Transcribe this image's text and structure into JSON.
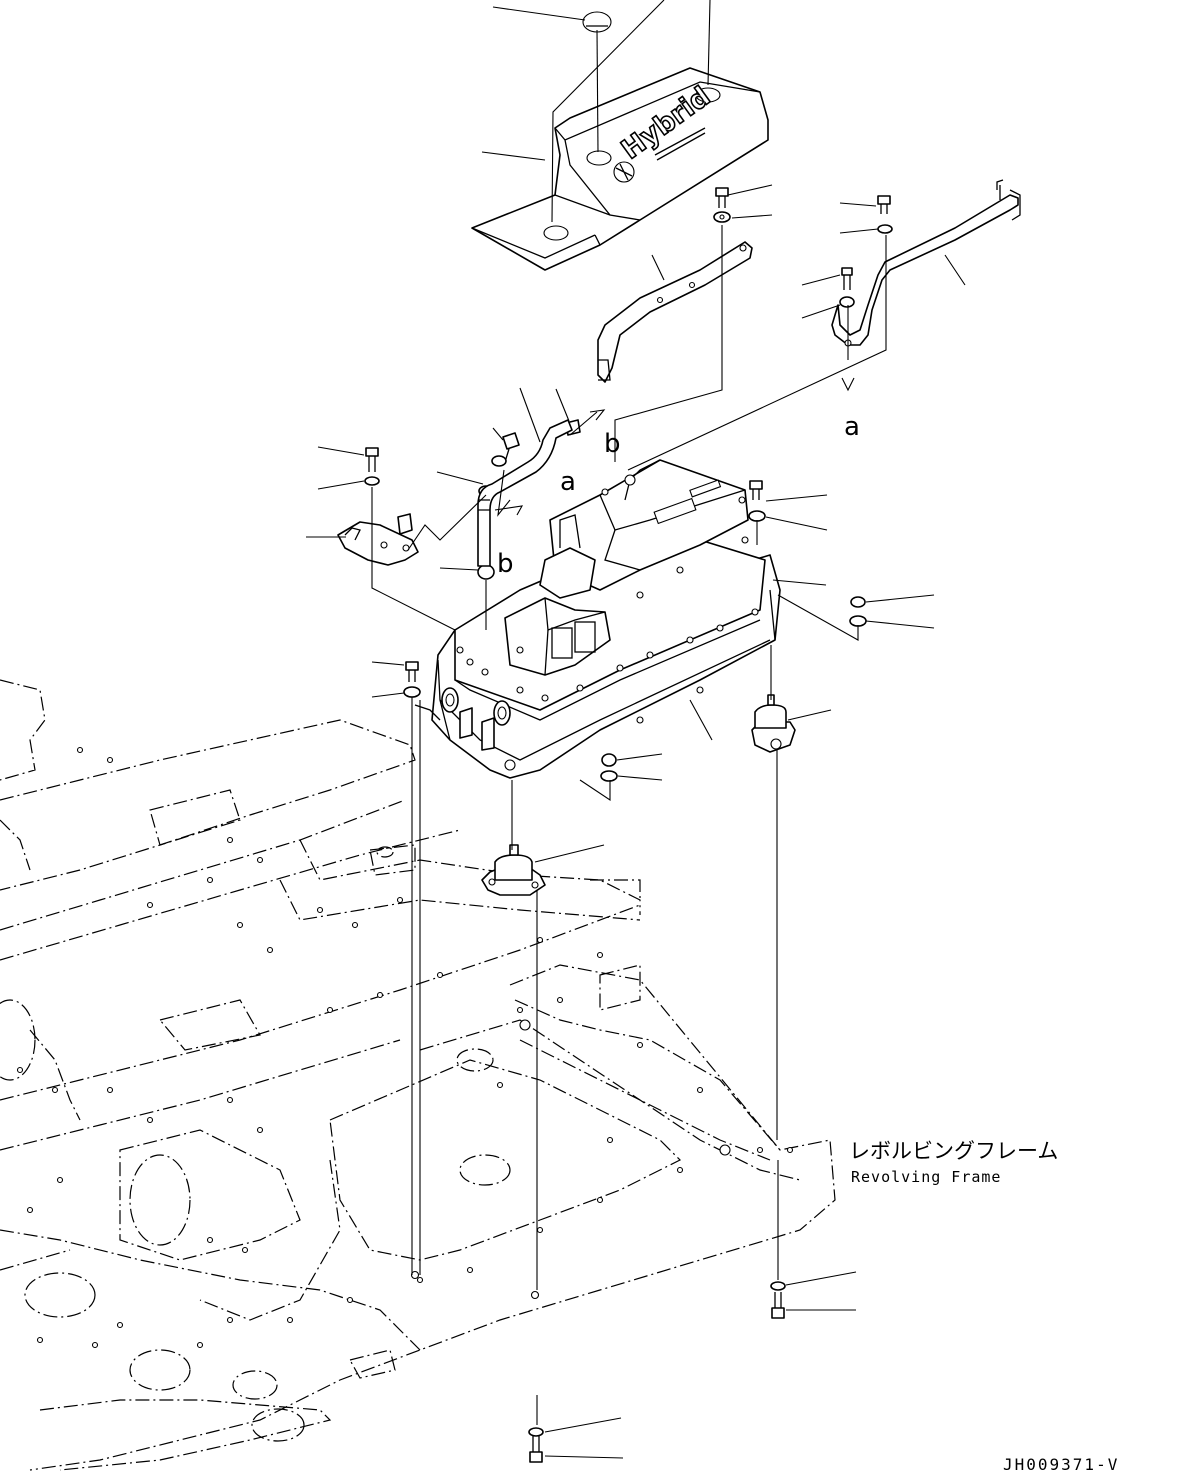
{
  "callouts": {
    "a_top": "a",
    "a_mid": "a",
    "b_top": "b",
    "b_mid": "b"
  },
  "cover": {
    "logo_text": "Hybrid"
  },
  "frame_label": {
    "japanese": "レボルビングフレーム",
    "english": "Revolving Frame"
  },
  "drawing_code": "JH009371-V"
}
